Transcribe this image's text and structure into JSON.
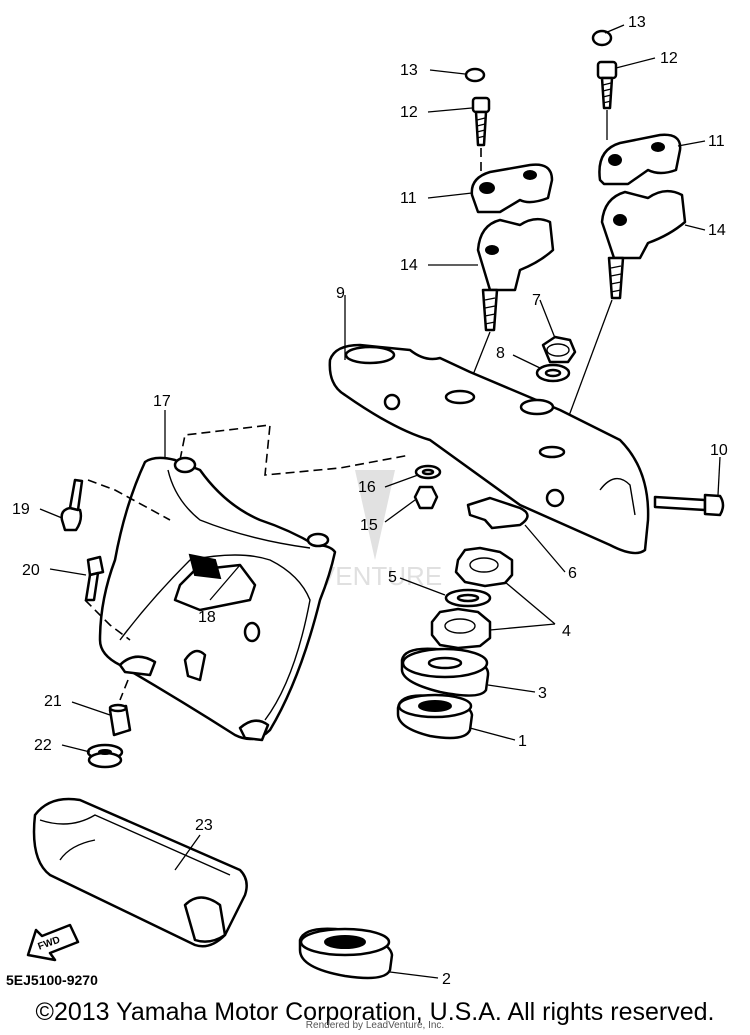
{
  "diagram": {
    "part_numbers": [
      "1",
      "2",
      "3",
      "4",
      "5",
      "6",
      "7",
      "8",
      "9",
      "10",
      "11",
      "12",
      "13",
      "14",
      "15",
      "16",
      "17",
      "18",
      "19",
      "20",
      "21",
      "22",
      "23"
    ],
    "callouts": [
      {
        "id": "13a",
        "text": "13"
      },
      {
        "id": "13b",
        "text": "13"
      },
      {
        "id": "12a",
        "text": "12"
      },
      {
        "id": "12b",
        "text": "12"
      },
      {
        "id": "11a",
        "text": "11"
      },
      {
        "id": "11b",
        "text": "11"
      },
      {
        "id": "14a",
        "text": "14"
      },
      {
        "id": "14b",
        "text": "14"
      },
      {
        "id": "9",
        "text": "9"
      },
      {
        "id": "7",
        "text": "7"
      },
      {
        "id": "8",
        "text": "8"
      },
      {
        "id": "10",
        "text": "10"
      },
      {
        "id": "17",
        "text": "17"
      },
      {
        "id": "16",
        "text": "16"
      },
      {
        "id": "15",
        "text": "15"
      },
      {
        "id": "19",
        "text": "19"
      },
      {
        "id": "6",
        "text": "6"
      },
      {
        "id": "5",
        "text": "5"
      },
      {
        "id": "4",
        "text": "4"
      },
      {
        "id": "20",
        "text": "20"
      },
      {
        "id": "18",
        "text": "18"
      },
      {
        "id": "3",
        "text": "3"
      },
      {
        "id": "21",
        "text": "21"
      },
      {
        "id": "1",
        "text": "1"
      },
      {
        "id": "22",
        "text": "22"
      },
      {
        "id": "23",
        "text": "23"
      },
      {
        "id": "2",
        "text": "2"
      }
    ],
    "fwd_label": "FWD",
    "diagram_code": "5EJ5100-9270",
    "watermark": "LEADVENTURE"
  },
  "footer": {
    "copyright": "©2013 Yamaha Motor Corporation, U.S.A. All rights reserved.",
    "rendered_by": "Rendered by LeadVenture, Inc."
  }
}
